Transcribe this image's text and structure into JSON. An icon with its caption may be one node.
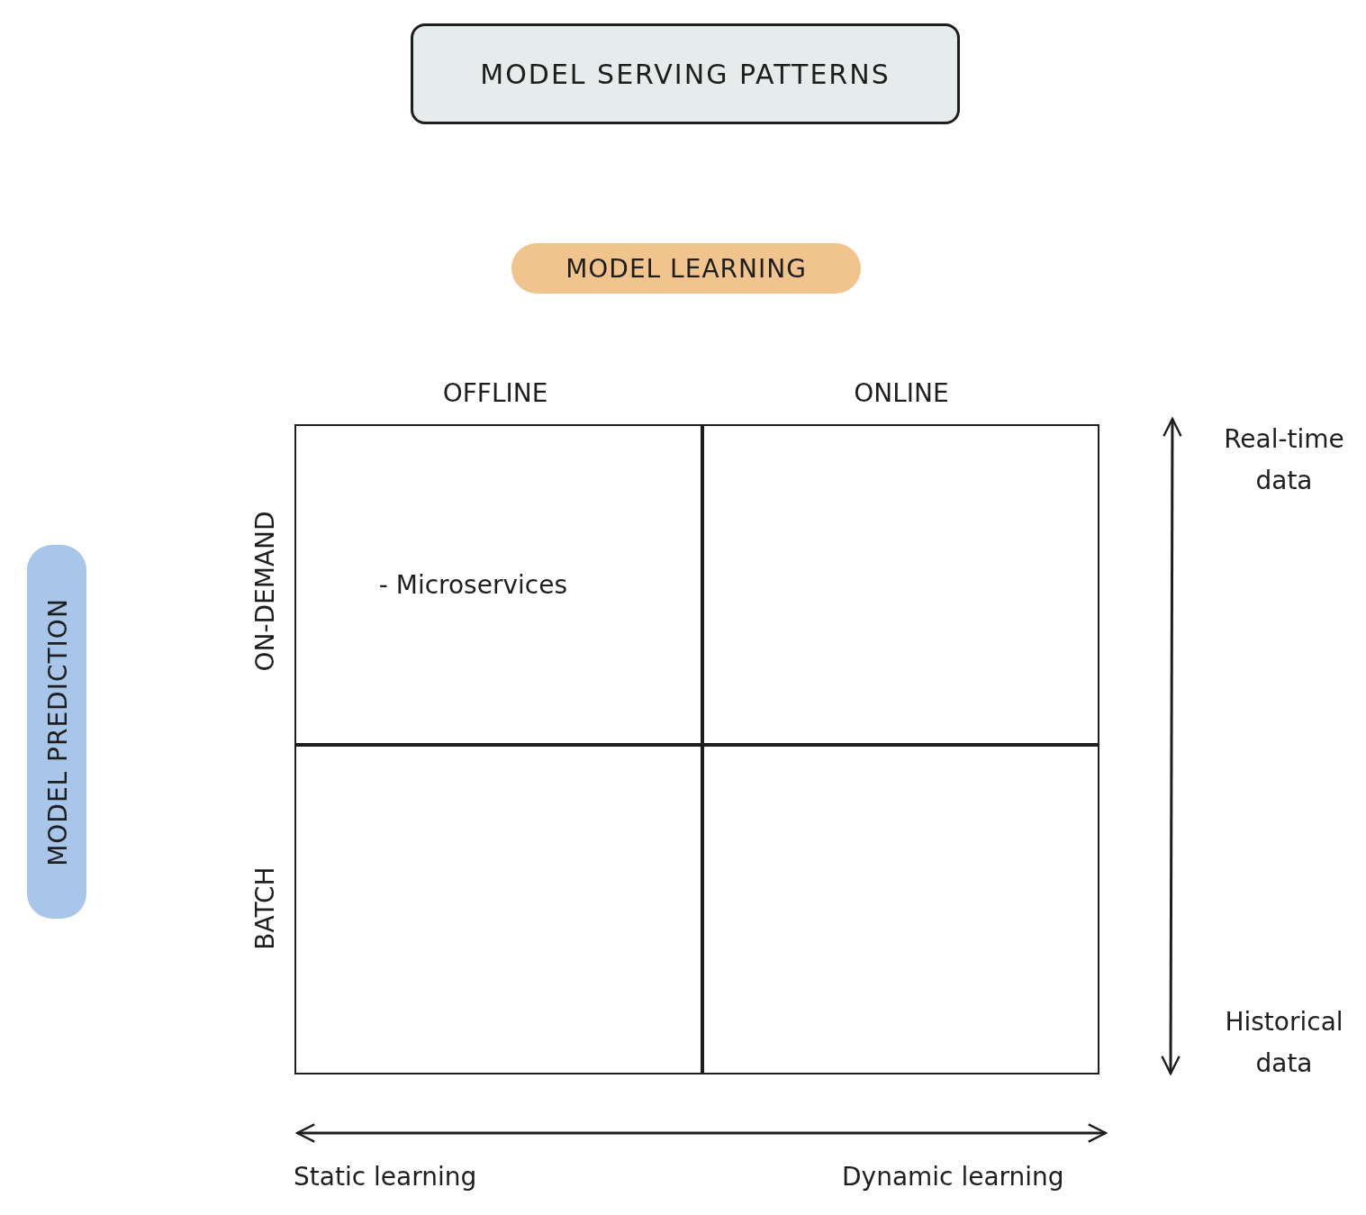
{
  "diagram": {
    "title": "MODEL SERVING PATTERNS",
    "nodes": [
      {
        "text": [
          "MODEL LEARNING"
        ]
      },
      {
        "text": [
          "MODEL PREDICTION"
        ]
      },
      {
        "text": [
          "- Microservices"
        ]
      },
      {
        "text": [],
        "shape": "box"
      },
      {
        "text": [],
        "shape": "box"
      },
      {
        "text": [],
        "shape": "box"
      }
    ],
    "labels": [
      "OFFLINE",
      "ONLINE",
      "Real-time data",
      "ON-DEMAND",
      "BATCH",
      "Historical data",
      "Static learning",
      "Dynamic learning"
    ]
  }
}
